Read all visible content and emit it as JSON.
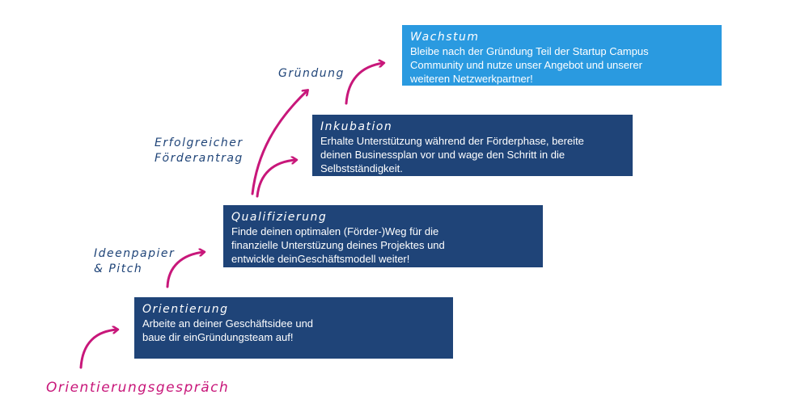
{
  "steps": {
    "orientierung": {
      "title": "Orientierung",
      "text": [
        "Arbeite an deiner Geschäftsidee und",
        "baue dir einGründungsteam auf!"
      ]
    },
    "qualifizierung": {
      "title": "Qualifizierung",
      "text": [
        "Finde deinen optimalen (Förder-)Weg für die",
        "finanzielle Unterstüzung deines Projektes und",
        "entwickle deinGeschäftsmodell weiter!"
      ]
    },
    "inkubation": {
      "title": "Inkubation",
      "text": [
        "Erhalte Unterstützung während der Förderphase, bereite",
        "deinen Businessplan vor und wage den Schritt in die",
        "Selbstständigkeit."
      ]
    },
    "wachstum": {
      "title": "Wachstum",
      "text": [
        "Bleibe nach der Gründung Teil der Startup Campus",
        "Community und nutze unser Angebot und unserer",
        "weiteren Netzwerkpartner!"
      ]
    }
  },
  "transitions": {
    "orientierungsgespraech": "Orientierungsgespräch",
    "ideenpapier": [
      "Ideenpapier",
      "& Pitch"
    ],
    "foerderantrag": [
      "Erfolgreicher",
      "Förderantrag"
    ],
    "gruendung": "Gründung"
  },
  "colors": {
    "box_dark": "#1f4478",
    "box_light": "#2a9ae0",
    "arrow": "#c8177a",
    "label_text": "#1f4478"
  }
}
